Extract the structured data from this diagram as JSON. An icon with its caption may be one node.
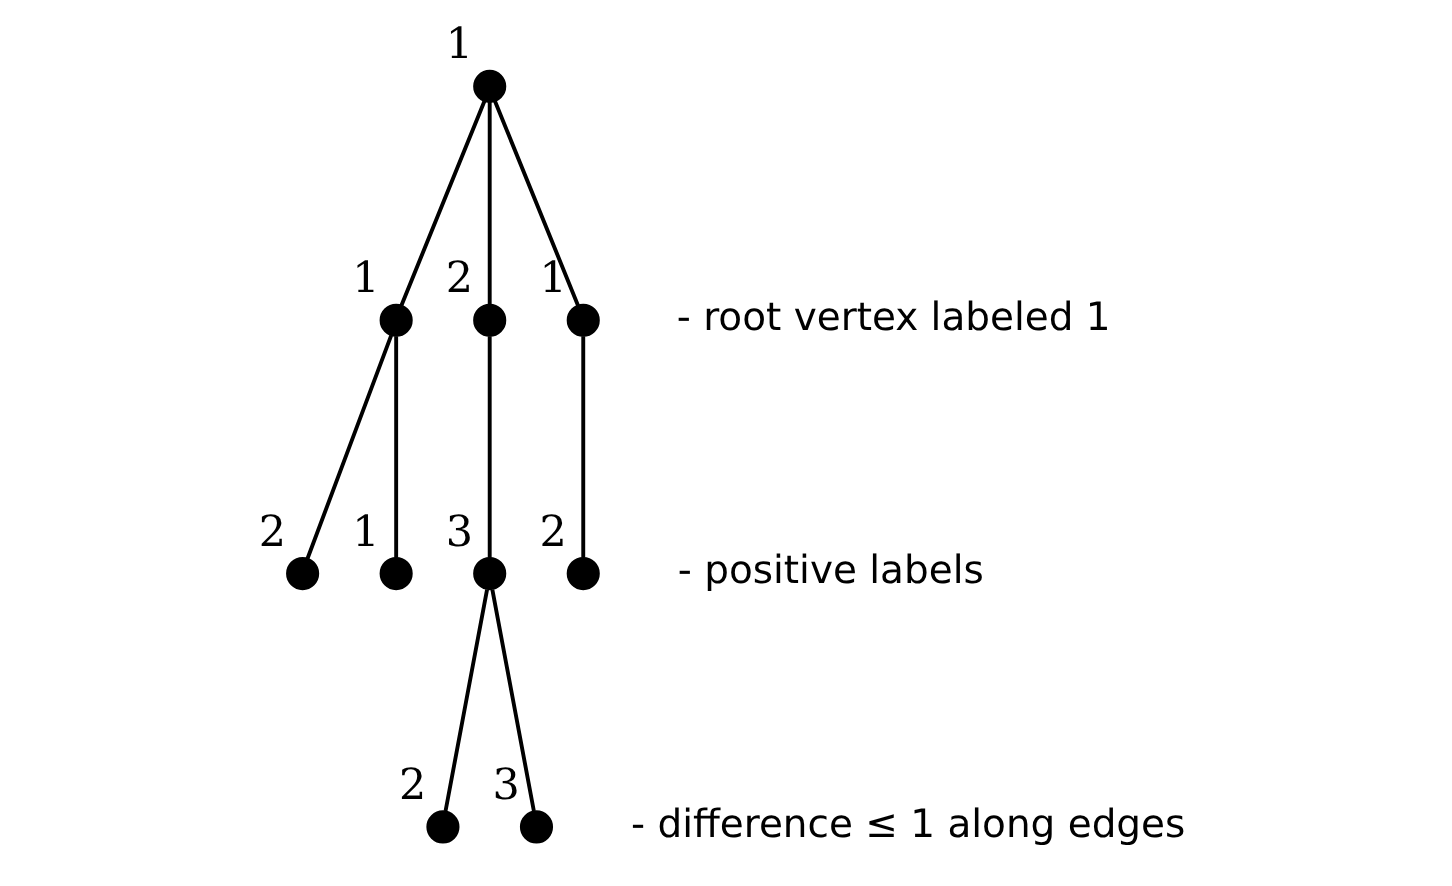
{
  "diagram": {
    "nodes": [
      {
        "text": [],
        "shape": "circle",
        "beside": [
          "1"
        ]
      },
      {
        "text": [],
        "shape": "circle",
        "beside": [
          "1"
        ]
      },
      {
        "text": [],
        "shape": "circle",
        "beside": [
          "2"
        ]
      },
      {
        "text": [],
        "shape": "circle",
        "beside": [
          "1"
        ]
      },
      {
        "text": [],
        "shape": "circle",
        "beside": [
          "2"
        ]
      },
      {
        "text": [],
        "shape": "circle",
        "beside": [
          "1"
        ]
      },
      {
        "text": [],
        "shape": "circle",
        "beside": [
          "3"
        ]
      },
      {
        "text": [],
        "shape": "circle",
        "beside": [
          "2"
        ]
      },
      {
        "text": [],
        "shape": "circle",
        "beside": [
          "2"
        ]
      },
      {
        "text": [],
        "shape": "circle",
        "beside": [
          "3"
        ]
      }
    ],
    "edges": [
      {
        "from": 0,
        "to": 1,
        "arrow": "none"
      },
      {
        "from": 0,
        "to": 2,
        "arrow": "none"
      },
      {
        "from": 0,
        "to": 3,
        "arrow": "none"
      },
      {
        "from": 1,
        "to": 4,
        "arrow": "none"
      },
      {
        "from": 1,
        "to": 5,
        "arrow": "none"
      },
      {
        "from": 2,
        "to": 6,
        "arrow": "none"
      },
      {
        "from": 3,
        "to": 7,
        "arrow": "none"
      },
      {
        "from": 6,
        "to": 8,
        "arrow": "none"
      },
      {
        "from": 6,
        "to": 9,
        "arrow": "none"
      }
    ],
    "labels": [
      "- root vertex labeled 1",
      "- positive labels",
      "- difference ≤ 1 along edges"
    ]
  }
}
